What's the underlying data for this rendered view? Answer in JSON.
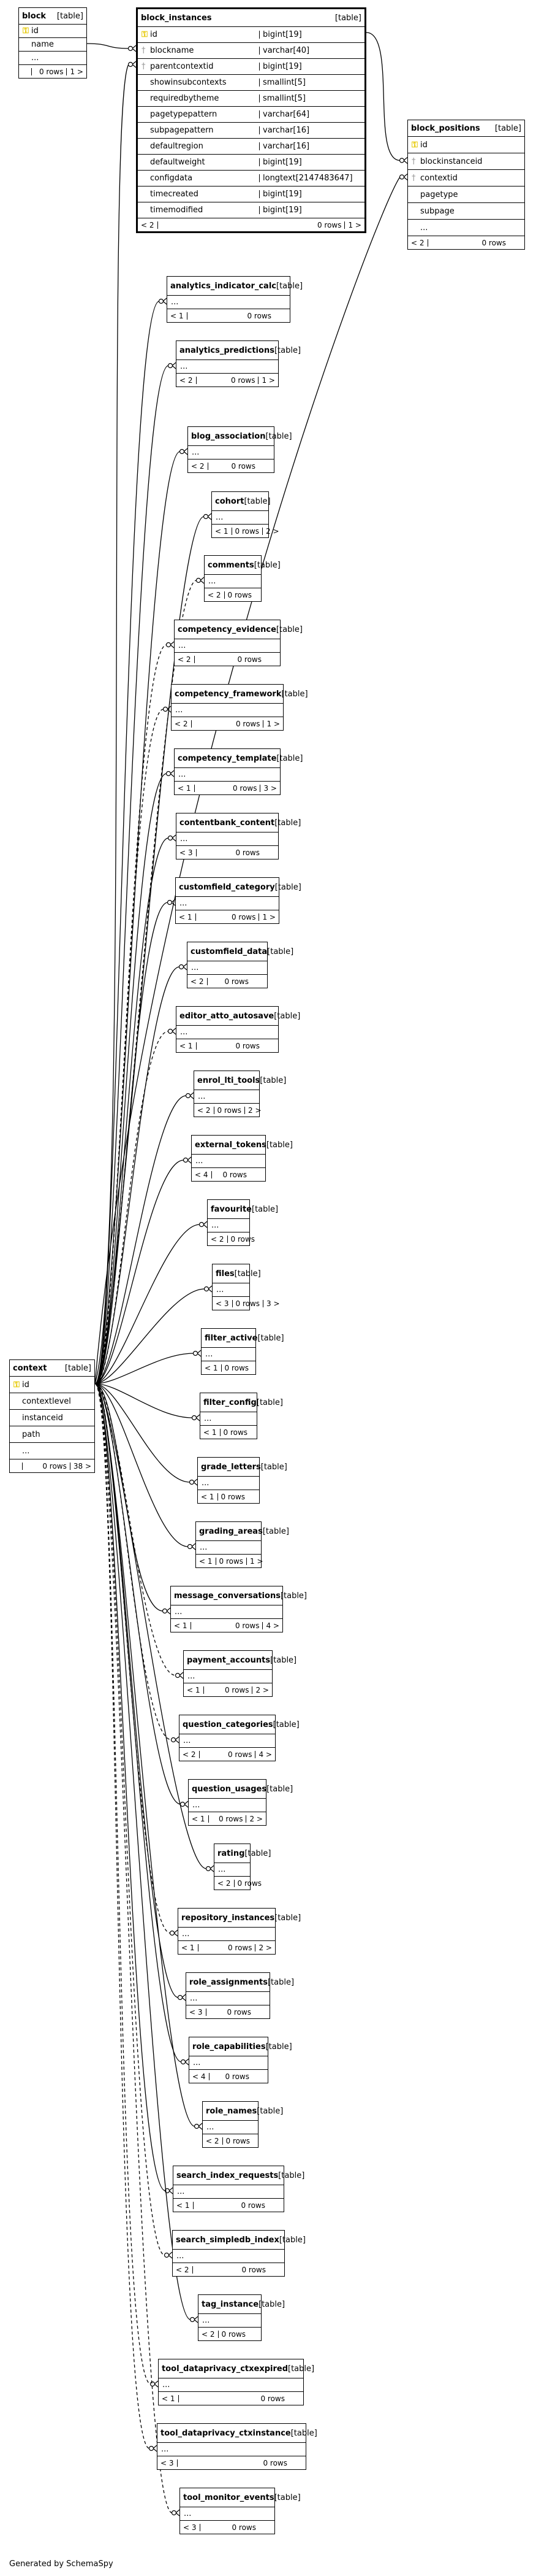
{
  "footer_text": "Generated by SchemaSpy",
  "tables": {
    "block": {
      "name": "block",
      "kind": "[table]",
      "rows": [
        {
          "name": "id",
          "key": "pk"
        },
        {
          "name": "name"
        },
        {
          "name": "..."
        }
      ],
      "foot": {
        "left": "",
        "mid": "0 rows",
        "right": "1 >"
      }
    },
    "block_instances": {
      "name": "block_instances",
      "kind": "[table]",
      "rows": [
        {
          "name": "id",
          "key": "pk",
          "type": "bigint[19]"
        },
        {
          "name": "blockname",
          "key": "fk",
          "type": "varchar[40]"
        },
        {
          "name": "parentcontextid",
          "key": "fk",
          "type": "bigint[19]"
        },
        {
          "name": "showinsubcontexts",
          "type": "smallint[5]"
        },
        {
          "name": "requiredbytheme",
          "type": "smallint[5]"
        },
        {
          "name": "pagetypepattern",
          "type": "varchar[64]"
        },
        {
          "name": "subpagepattern",
          "type": "varchar[16]"
        },
        {
          "name": "defaultregion",
          "type": "varchar[16]"
        },
        {
          "name": "defaultweight",
          "type": "bigint[19]"
        },
        {
          "name": "configdata",
          "type": "longtext[2147483647]"
        },
        {
          "name": "timecreated",
          "type": "bigint[19]"
        },
        {
          "name": "timemodified",
          "type": "bigint[19]"
        }
      ],
      "foot": {
        "left": "< 2",
        "mid": "0 rows",
        "right": "1 >"
      }
    },
    "block_positions": {
      "name": "block_positions",
      "kind": "[table]",
      "rows": [
        {
          "name": "id",
          "key": "pk"
        },
        {
          "name": "blockinstanceid",
          "key": "fk"
        },
        {
          "name": "contextid",
          "key": "fk"
        },
        {
          "name": "pagetype"
        },
        {
          "name": "subpage"
        },
        {
          "name": "..."
        }
      ],
      "foot": {
        "left": "< 2",
        "mid": "0 rows",
        "right": ""
      }
    },
    "context": {
      "name": "context",
      "kind": "[table]",
      "rows": [
        {
          "name": "id",
          "key": "pk"
        },
        {
          "name": "contextlevel"
        },
        {
          "name": "instanceid"
        },
        {
          "name": "path"
        },
        {
          "name": "..."
        }
      ],
      "foot": {
        "left": "",
        "mid": "0 rows",
        "right": "38 >"
      }
    },
    "analytics_indicator_calc": {
      "name": "analytics_indicator_calc",
      "kind": "[table]",
      "foot": {
        "left": "< 1",
        "mid": "0 rows",
        "right": ""
      }
    },
    "analytics_predictions": {
      "name": "analytics_predictions",
      "kind": "[table]",
      "foot": {
        "left": "< 2",
        "mid": "0 rows",
        "right": "1 >"
      }
    },
    "blog_association": {
      "name": "blog_association",
      "kind": "[table]",
      "foot": {
        "left": "< 2",
        "mid": "0 rows",
        "right": ""
      }
    },
    "cohort": {
      "name": "cohort",
      "kind": "[table]",
      "foot": {
        "left": "< 1",
        "mid": "0 rows",
        "right": "2 >"
      }
    },
    "comments": {
      "name": "comments",
      "kind": "[table]",
      "foot": {
        "left": "< 2",
        "mid": "0 rows",
        "right": ""
      }
    },
    "competency_evidence": {
      "name": "competency_evidence",
      "kind": "[table]",
      "foot": {
        "left": "< 2",
        "mid": "0 rows",
        "right": ""
      }
    },
    "competency_framework": {
      "name": "competency_framework",
      "kind": "[table]",
      "foot": {
        "left": "< 2",
        "mid": "0 rows",
        "right": "1 >"
      }
    },
    "competency_template": {
      "name": "competency_template",
      "kind": "[table]",
      "foot": {
        "left": "< 1",
        "mid": "0 rows",
        "right": "3 >"
      }
    },
    "contentbank_content": {
      "name": "contentbank_content",
      "kind": "[table]",
      "foot": {
        "left": "< 3",
        "mid": "0 rows",
        "right": ""
      }
    },
    "customfield_category": {
      "name": "customfield_category",
      "kind": "[table]",
      "foot": {
        "left": "< 1",
        "mid": "0 rows",
        "right": "1 >"
      }
    },
    "customfield_data": {
      "name": "customfield_data",
      "kind": "[table]",
      "foot": {
        "left": "< 2",
        "mid": "0 rows",
        "right": ""
      }
    },
    "editor_atto_autosave": {
      "name": "editor_atto_autosave",
      "kind": "[table]",
      "foot": {
        "left": "< 1",
        "mid": "0 rows",
        "right": ""
      }
    },
    "enrol_lti_tools": {
      "name": "enrol_lti_tools",
      "kind": "[table]",
      "foot": {
        "left": "< 2",
        "mid": "0 rows",
        "right": "2 >"
      }
    },
    "external_tokens": {
      "name": "external_tokens",
      "kind": "[table]",
      "foot": {
        "left": "< 4",
        "mid": "0 rows",
        "right": ""
      }
    },
    "favourite": {
      "name": "favourite",
      "kind": "[table]",
      "foot": {
        "left": "< 2",
        "mid": "0 rows",
        "right": ""
      }
    },
    "files": {
      "name": "files",
      "kind": "[table]",
      "foot": {
        "left": "< 3",
        "mid": "0 rows",
        "right": "3 >"
      }
    },
    "filter_active": {
      "name": "filter_active",
      "kind": "[table]",
      "foot": {
        "left": "< 1",
        "mid": "0 rows",
        "right": ""
      }
    },
    "filter_config": {
      "name": "filter_config",
      "kind": "[table]",
      "foot": {
        "left": "< 1",
        "mid": "0 rows",
        "right": ""
      }
    },
    "grade_letters": {
      "name": "grade_letters",
      "kind": "[table]",
      "foot": {
        "left": "< 1",
        "mid": "0 rows",
        "right": ""
      }
    },
    "grading_areas": {
      "name": "grading_areas",
      "kind": "[table]",
      "foot": {
        "left": "< 1",
        "mid": "0 rows",
        "right": "1 >"
      }
    },
    "message_conversations": {
      "name": "message_conversations",
      "kind": "[table]",
      "foot": {
        "left": "< 1",
        "mid": "0 rows",
        "right": "4 >"
      }
    },
    "payment_accounts": {
      "name": "payment_accounts",
      "kind": "[table]",
      "foot": {
        "left": "< 1",
        "mid": "0 rows",
        "right": "2 >"
      }
    },
    "question_categories": {
      "name": "question_categories",
      "kind": "[table]",
      "foot": {
        "left": "< 2",
        "mid": "0 rows",
        "right": "4 >"
      }
    },
    "question_usages": {
      "name": "question_usages",
      "kind": "[table]",
      "foot": {
        "left": "< 1",
        "mid": "0 rows",
        "right": "2 >"
      }
    },
    "rating": {
      "name": "rating",
      "kind": "[table]",
      "foot": {
        "left": "< 2",
        "mid": "0 rows",
        "right": ""
      }
    },
    "repository_instances": {
      "name": "repository_instances",
      "kind": "[table]",
      "foot": {
        "left": "< 1",
        "mid": "0 rows",
        "right": "2 >"
      }
    },
    "role_assignments": {
      "name": "role_assignments",
      "kind": "[table]",
      "foot": {
        "left": "< 3",
        "mid": "0 rows",
        "right": ""
      }
    },
    "role_capabilities": {
      "name": "role_capabilities",
      "kind": "[table]",
      "foot": {
        "left": "< 4",
        "mid": "0 rows",
        "right": ""
      }
    },
    "role_names": {
      "name": "role_names",
      "kind": "[table]",
      "foot": {
        "left": "< 2",
        "mid": "0 rows",
        "right": ""
      }
    },
    "search_index_requests": {
      "name": "search_index_requests",
      "kind": "[table]",
      "foot": {
        "left": "< 1",
        "mid": "0 rows",
        "right": ""
      }
    },
    "search_simpledb_index": {
      "name": "search_simpledb_index",
      "kind": "[table]",
      "foot": {
        "left": "< 2",
        "mid": "0 rows",
        "right": ""
      }
    },
    "tag_instance": {
      "name": "tag_instance",
      "kind": "[table]",
      "foot": {
        "left": "< 2",
        "mid": "0 rows",
        "right": ""
      }
    },
    "tool_dataprivacy_ctxexpired": {
      "name": "tool_dataprivacy_ctxexpired",
      "kind": "[table]",
      "foot": {
        "left": "< 1",
        "mid": "0 rows",
        "right": ""
      }
    },
    "tool_dataprivacy_ctxinstance": {
      "name": "tool_dataprivacy_ctxinstance",
      "kind": "[table]",
      "foot": {
        "left": "< 3",
        "mid": "0 rows",
        "right": ""
      }
    },
    "tool_monitor_events": {
      "name": "tool_monitor_events",
      "kind": "[table]",
      "foot": {
        "left": "< 3",
        "mid": "0 rows",
        "right": ""
      }
    }
  },
  "ellipsis": "..."
}
